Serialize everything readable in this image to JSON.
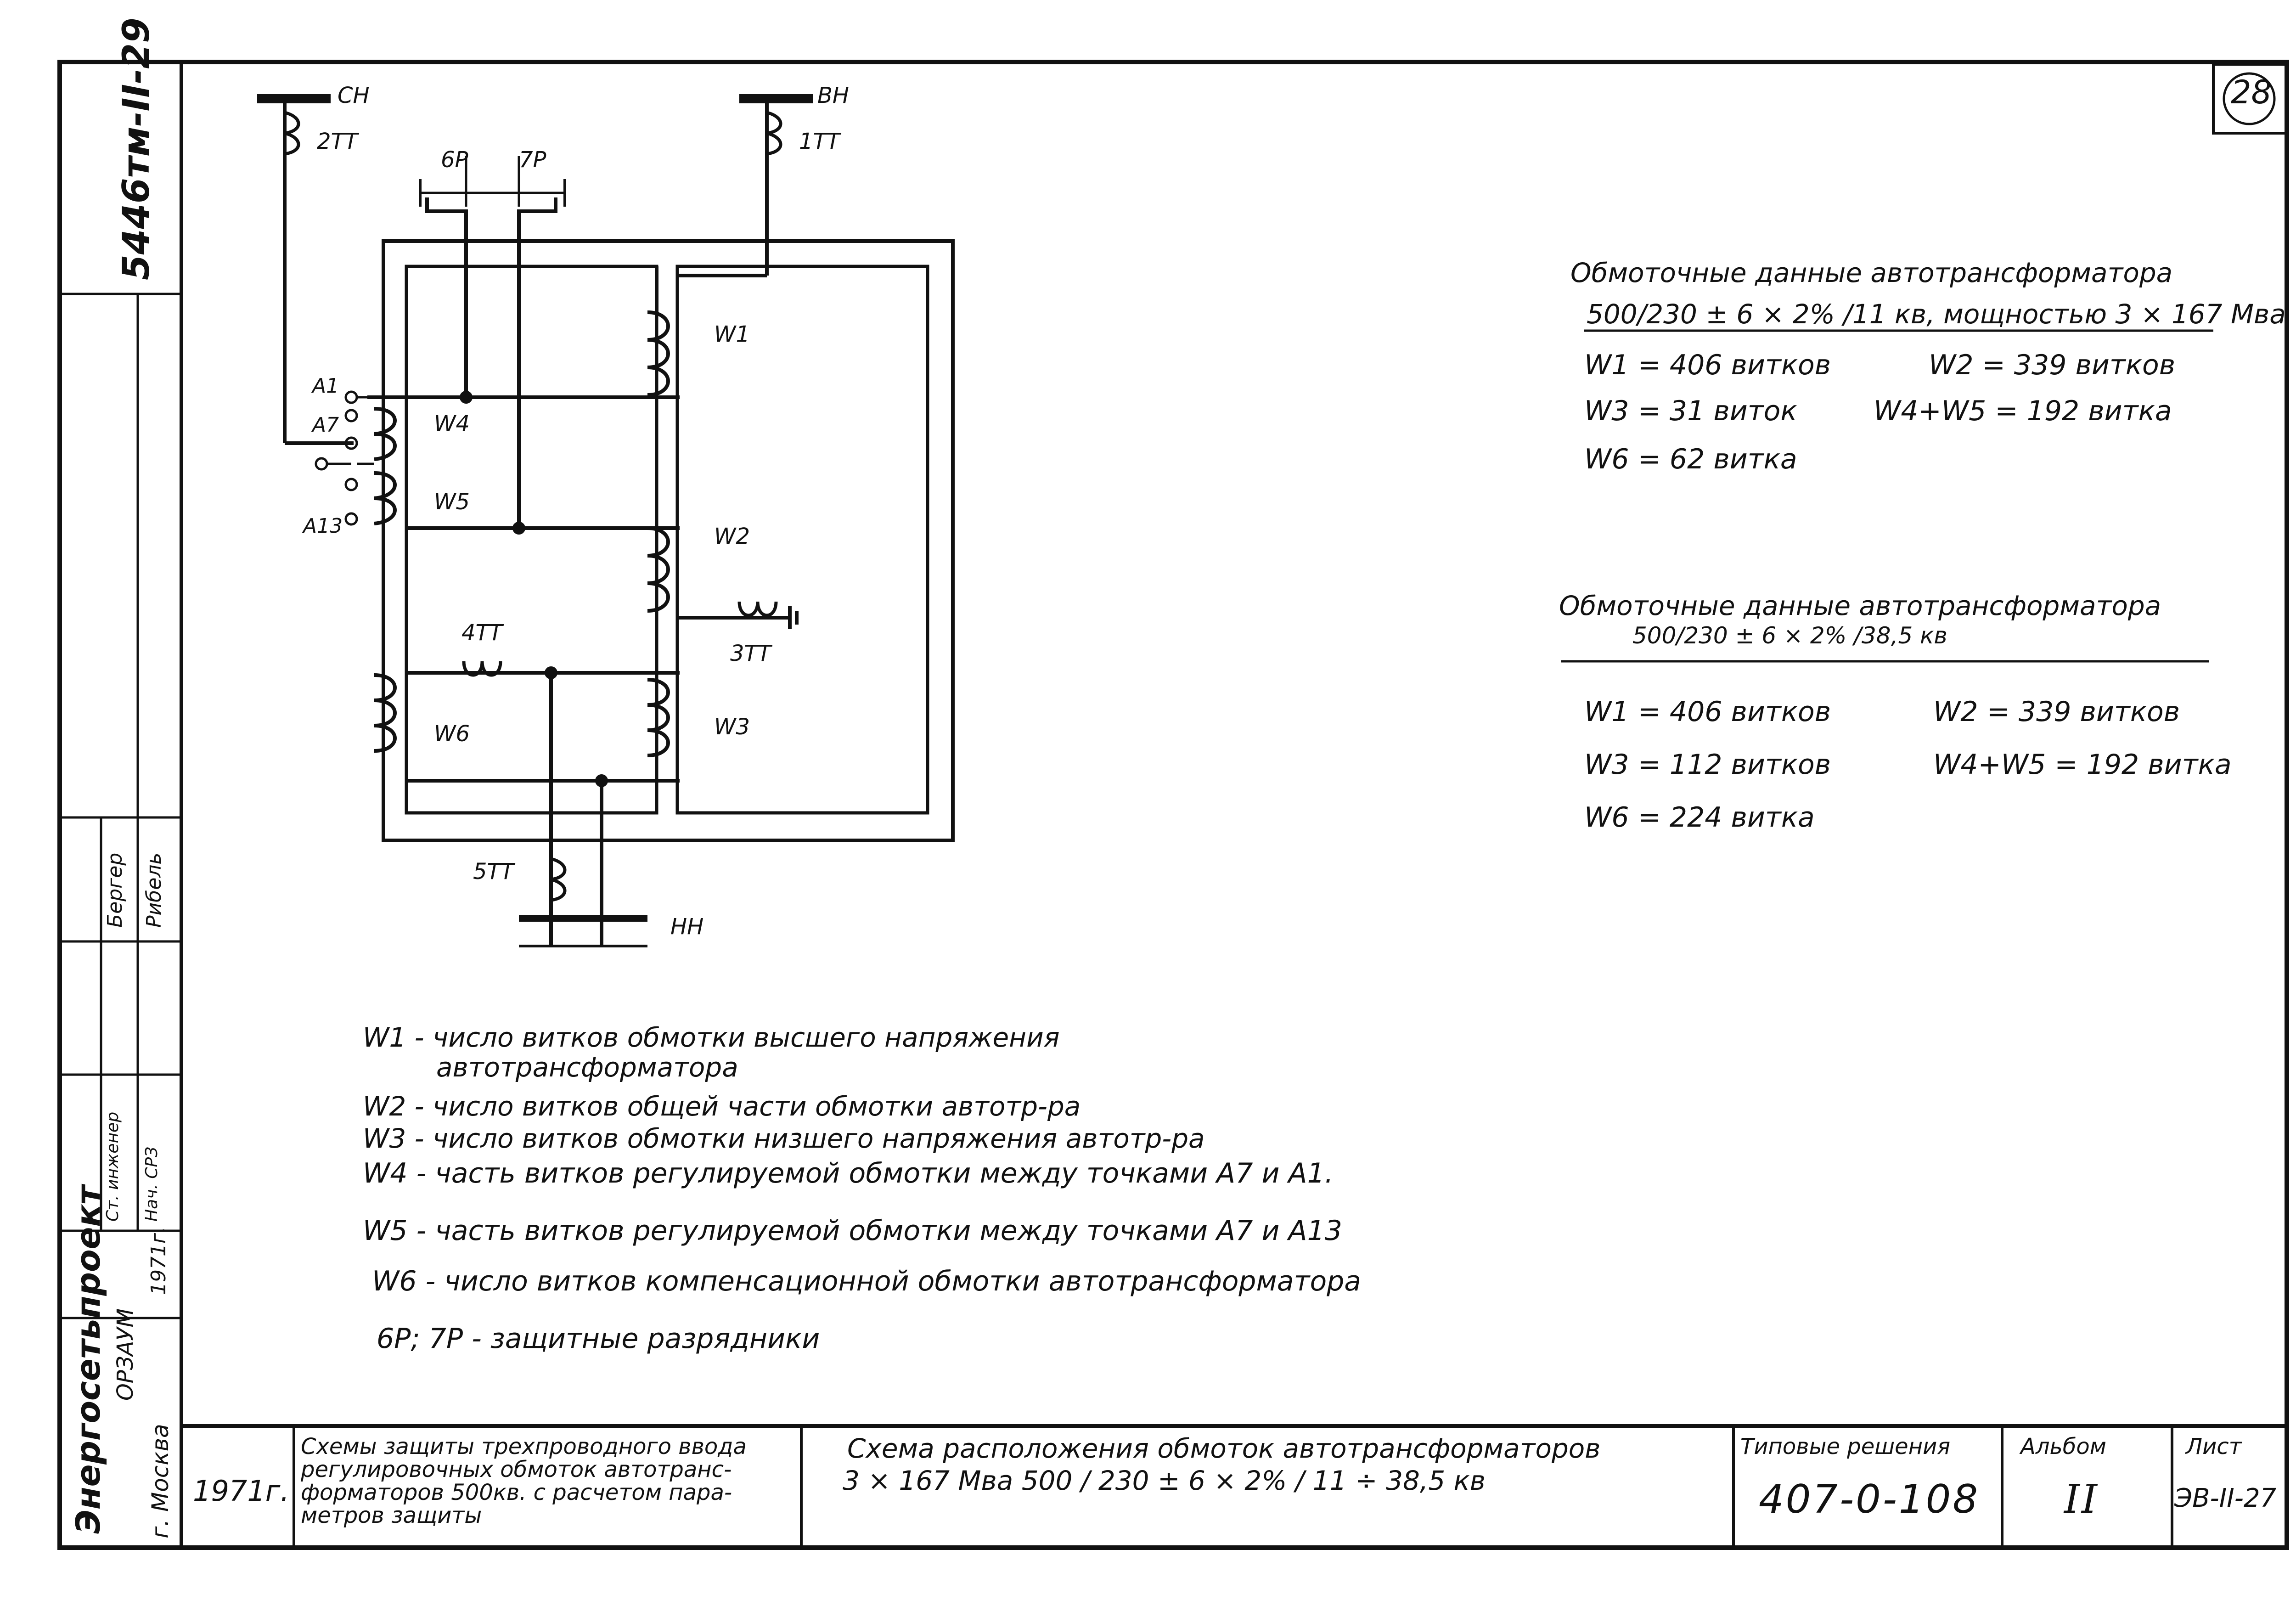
{
  "sheet_number": "28",
  "side_code": "5446тм-II-29",
  "schematic": {
    "bus_ch": "СН",
    "bus_vn": "ВН",
    "bus_nn": "НН",
    "ct_2": "2ТТ",
    "ct_1": "1ТТ",
    "ct_3": "3ТТ",
    "ct_4": "4ТТ",
    "ct_5": "5ТТ",
    "arrester_6": "6Р",
    "arrester_7": "7Р",
    "tap_a1": "A1",
    "tap_a7": "A7",
    "tap_a13": "A13",
    "w1": "W1",
    "w2": "W2",
    "w3": "W3",
    "w4": "W4",
    "w5": "W5",
    "w6": "W6"
  },
  "data_block_1": {
    "title": "Обмоточные данные автотрансформатора",
    "subtitle": "500/230 ± 6 × 2% /11 кв, мощностью 3 × 167 Мва",
    "w1": "W1 = 406 витков",
    "w2": "W2 = 339 витков",
    "w3": "W3 = 31 виток",
    "w45": "W4+W5 = 192 витка",
    "w6": "W6 = 62 витка"
  },
  "data_block_2": {
    "title": "Обмоточные данные автотрансформатора",
    "subtitle": "500/230 ± 6 × 2% /38,5 кв",
    "w1": "W1 = 406 витков",
    "w2": "W2 = 339 витков",
    "w3": "W3 = 112 витков",
    "w45": "W4+W5 = 192 витка",
    "w6": "W6 = 224 витка"
  },
  "legend": [
    "W1 - число витков обмотки высшего напряжения",
    "автотрансформатора",
    "W2 - число витков общей части обмотки автотр-ра",
    "W3 - число витков обмотки низшего напряжения автотр-ра",
    "W4 - часть витков регулируемой обмотки между точками A7 и A1.",
    "W5 - часть витков регулируемой обмотки между точками A7 и A13",
    "W6 - число витков компенсационной обмотки автотрансформатора",
    "6Р; 7Р - защитные разрядники"
  ],
  "title_block": {
    "year": "1971г.",
    "project_title": "Схемы защиты трехпроводного ввода регулировочных обмоток автотрансформаторов 500кв. с расчетом параметров защиты",
    "project_title_lines": [
      "Схемы защиты трехпроводного ввода",
      "регулировочных обмоток автотранс-",
      "форматоров 500кв. с расчетом пара-",
      "метров защиты"
    ],
    "drawing_title_1": "Схема расположения обмоток автотрансформаторов",
    "drawing_title_2": "3 × 167 Мва  500 / 230 ± 6 × 2% / 11 ÷ 38,5 кв",
    "typical_label": "Типовые решения",
    "typical_number": "407-0-108",
    "album_label": "Альбом",
    "album_number": "II",
    "sheet_label": "Лист",
    "sheet_code": "ЭВ-II-27"
  },
  "side_block": {
    "org": "Энергосетьпроект",
    "dept": "ОРЗАУМ",
    "city": "г. Москва",
    "year": "1971г.",
    "role_1": "Ст. инженер",
    "role_2": "Нач. СРЗ",
    "name_1": "Бергер",
    "name_2": "Рибель"
  }
}
